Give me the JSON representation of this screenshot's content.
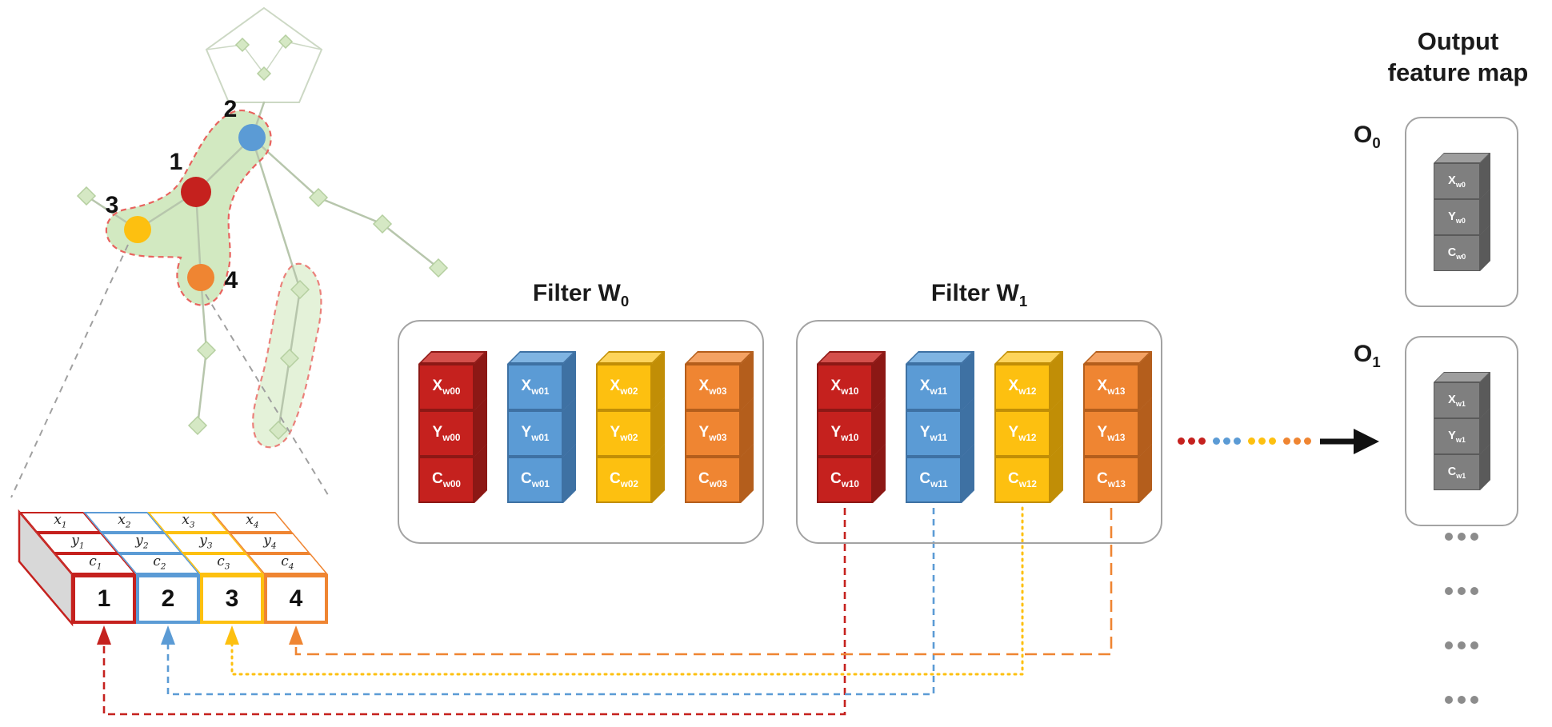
{
  "palette": {
    "red": "#c5211e",
    "red_top": "#d44f4b",
    "red_side": "#8c1815",
    "blue": "#5b9bd5",
    "blue_top": "#7fb4e2",
    "blue_side": "#3e71a3",
    "yellow": "#fdc010",
    "yellow_top": "#fdd45b",
    "yellow_side": "#c18e06",
    "orange": "#ef8532",
    "orange_top": "#f4a263",
    "orange_side": "#b45e1c",
    "gray": "#7f7f7f",
    "gray_top": "#9e9e9e",
    "gray_side": "#5a5a5a",
    "skeleton_green": "#cde7ba",
    "dash_red": "#e8635e"
  },
  "skeleton": {
    "joints": [
      {
        "label": "1",
        "color": "#c5211e"
      },
      {
        "label": "2",
        "color": "#5b9bd5"
      },
      {
        "label": "3",
        "color": "#fdc010"
      },
      {
        "label": "4",
        "color": "#ef8532"
      }
    ]
  },
  "input_block": {
    "top_rows": [
      {
        "cells": [
          {
            "base": "x",
            "sub": "1"
          },
          {
            "base": "x",
            "sub": "2"
          },
          {
            "base": "x",
            "sub": "3"
          },
          {
            "base": "x",
            "sub": "4"
          }
        ]
      },
      {
        "cells": [
          {
            "base": "y",
            "sub": "1"
          },
          {
            "base": "y",
            "sub": "2"
          },
          {
            "base": "y",
            "sub": "3"
          },
          {
            "base": "y",
            "sub": "4"
          }
        ]
      },
      {
        "cells": [
          {
            "base": "c",
            "sub": "1"
          },
          {
            "base": "c",
            "sub": "2"
          },
          {
            "base": "c",
            "sub": "3"
          },
          {
            "base": "c",
            "sub": "4"
          }
        ]
      }
    ],
    "front_cells": [
      {
        "label": "1"
      },
      {
        "label": "2"
      },
      {
        "label": "3"
      },
      {
        "label": "4"
      }
    ]
  },
  "filters": [
    {
      "title": {
        "base": "Filter W",
        "sub": "0"
      },
      "stacks": [
        {
          "cells": [
            {
              "base": "X",
              "sub": "w00"
            },
            {
              "base": "Y",
              "sub": "w00"
            },
            {
              "base": "C",
              "sub": "w00"
            }
          ]
        },
        {
          "cells": [
            {
              "base": "X",
              "sub": "w01"
            },
            {
              "base": "Y",
              "sub": "w01"
            },
            {
              "base": "C",
              "sub": "w01"
            }
          ]
        },
        {
          "cells": [
            {
              "base": "X",
              "sub": "w02"
            },
            {
              "base": "Y",
              "sub": "w02"
            },
            {
              "base": "C",
              "sub": "w02"
            }
          ]
        },
        {
          "cells": [
            {
              "base": "X",
              "sub": "w03"
            },
            {
              "base": "Y",
              "sub": "w03"
            },
            {
              "base": "C",
              "sub": "w03"
            }
          ]
        }
      ]
    },
    {
      "title": {
        "base": "Filter W",
        "sub": "1"
      },
      "stacks": [
        {
          "cells": [
            {
              "base": "X",
              "sub": "w10"
            },
            {
              "base": "Y",
              "sub": "w10"
            },
            {
              "base": "C",
              "sub": "w10"
            }
          ]
        },
        {
          "cells": [
            {
              "base": "X",
              "sub": "w11"
            },
            {
              "base": "Y",
              "sub": "w11"
            },
            {
              "base": "C",
              "sub": "w11"
            }
          ]
        },
        {
          "cells": [
            {
              "base": "X",
              "sub": "w12"
            },
            {
              "base": "Y",
              "sub": "w12"
            },
            {
              "base": "C",
              "sub": "w12"
            }
          ]
        },
        {
          "cells": [
            {
              "base": "X",
              "sub": "w13"
            },
            {
              "base": "Y",
              "sub": "w13"
            },
            {
              "base": "C",
              "sub": "w13"
            }
          ]
        }
      ]
    }
  ],
  "output": {
    "title_line1": "Output",
    "title_line2": "feature map",
    "maps": [
      {
        "label": {
          "base": "O",
          "sub": "0"
        },
        "cells": [
          {
            "base": "X",
            "sub": "w0"
          },
          {
            "base": "Y",
            "sub": "w0"
          },
          {
            "base": "C",
            "sub": "w0"
          }
        ]
      },
      {
        "label": {
          "base": "O",
          "sub": "1"
        },
        "cells": [
          {
            "base": "X",
            "sub": "w1"
          },
          {
            "base": "Y",
            "sub": "w1"
          },
          {
            "base": "C",
            "sub": "w1"
          }
        ]
      }
    ]
  }
}
